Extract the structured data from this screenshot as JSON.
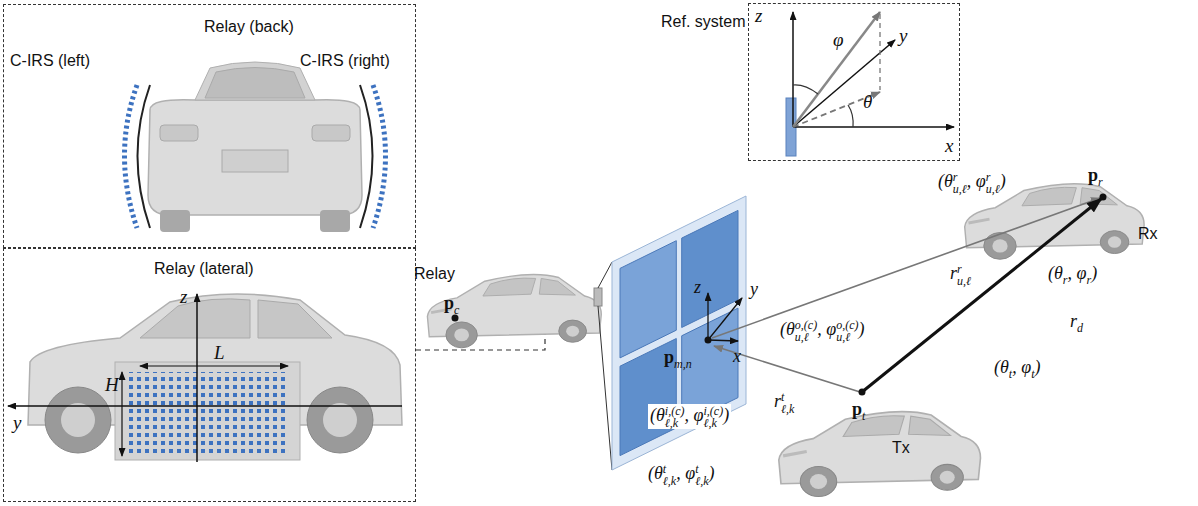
{
  "diagram": {
    "nodes": [
      {
        "text": [
          "Relay (back)",
          "C-IRS (left)",
          "C-IRS (right)"
        ]
      },
      {
        "text": [
          "Relay (lateral)",
          "z",
          "L",
          "H",
          "y"
        ]
      },
      {
        "text": [
          "Ref. system",
          "z",
          "φ",
          "y",
          "θ",
          "x"
        ]
      }
    ],
    "labels": [
      "Relay",
      "p",
      "c",
      "p",
      "m,n",
      "x",
      "y",
      "z",
      "(θ",
      "o,(c)",
      "u,ℓ",
      ", φ",
      "o,(c)",
      "u,ℓ",
      ")",
      "(θ",
      "i,(c)",
      "ℓ,k",
      ", φ",
      "i,(c)",
      "ℓ,k",
      ")",
      "r",
      "t",
      "ℓ,k",
      "(θ",
      "t",
      "ℓ,k",
      ", φ",
      "t",
      "ℓ,k",
      ")",
      "p",
      "t",
      "Tx",
      "(θ",
      "r",
      "u,ℓ",
      ", φ",
      "r",
      "u,ℓ",
      ")",
      "r",
      "r",
      "u,ℓ",
      "p",
      "r",
      "Rx",
      "(θ",
      "r",
      ", φ",
      "r",
      ")",
      "r",
      "d",
      "(θ",
      "t",
      ", φ",
      "t",
      ")"
    ]
  }
}
